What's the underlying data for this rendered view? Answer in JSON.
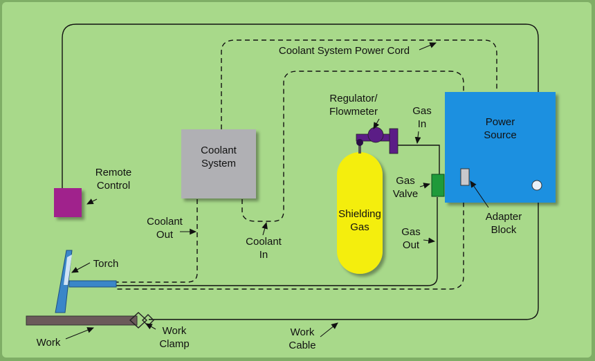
{
  "components": {
    "power_source": "Power\nSource",
    "coolant_system": "Coolant\nSystem",
    "shielding_gas": "Shielding\nGas",
    "remote_control": "Remote\nControl"
  },
  "labels": {
    "coolant_power_cord": "Coolant System Power Cord",
    "regulator_flowmeter": "Regulator/\nFlowmeter",
    "gas_in": "Gas\nIn",
    "gas_valve": "Gas\nValve",
    "gas_out": "Gas\nOut",
    "adapter_block": "Adapter\nBlock",
    "coolant_out": "Coolant\nOut",
    "coolant_in": "Coolant\nIn",
    "torch": "Torch",
    "work": "Work",
    "work_clamp": "Work\nClamp",
    "work_cable": "Work\nCable"
  },
  "colors": {
    "background": "#a8d98a",
    "power_source": "#1e90e0",
    "coolant_system": "#b0b0b4",
    "shielding_gas": "#f4ee10",
    "remote_control": "#a0208c",
    "gas_valve": "#1f9a3a",
    "regulator": "#5b1d86",
    "torch": "#3a86c8",
    "work": "#6b5a5a"
  }
}
